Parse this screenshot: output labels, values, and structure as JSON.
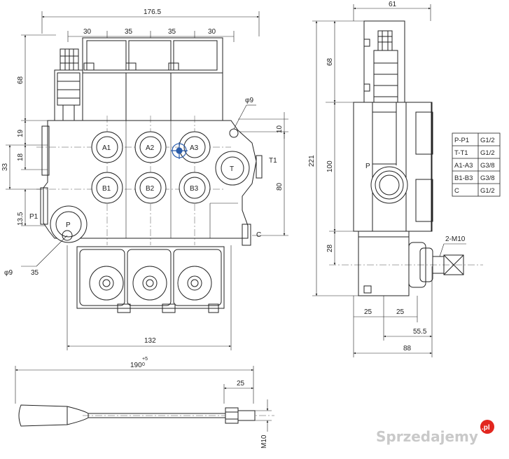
{
  "front_view": {
    "dims": {
      "overall_width": "176.5",
      "sec1": "30",
      "sec2": "35",
      "sec3": "35",
      "sec4": "30",
      "lever_height": "68",
      "d19": "19",
      "d18": "18",
      "d33": "33",
      "d135": "13.5",
      "d10": "10",
      "d80": "80",
      "hole_top": "φ9",
      "hole_bottom": "φ9",
      "d35": "35",
      "bottom_width": "132"
    },
    "ports": {
      "A1": "A1",
      "A2": "A2",
      "A3": "A3",
      "B1": "B1",
      "B2": "B2",
      "B3": "B3",
      "P": "P",
      "T": "T",
      "P1": "P1",
      "T1": "T1",
      "C": "C"
    }
  },
  "side_view": {
    "dims": {
      "top_width": "61",
      "lever_height": "68",
      "overall_height": "221",
      "d100": "100",
      "d28": "28",
      "thread": "2-M10",
      "d25a": "25",
      "d25b": "25",
      "d555": "55.5",
      "d88": "88"
    },
    "port_P": "P"
  },
  "port_table": {
    "rows": [
      {
        "port": "P-P1",
        "size": "G1/2"
      },
      {
        "port": "T-T1",
        "size": "G1/2"
      },
      {
        "port": "A1-A3",
        "size": "G3/8"
      },
      {
        "port": "B1-B3",
        "size": "G3/8"
      },
      {
        "port": "C",
        "size": "G1/2"
      }
    ]
  },
  "lever": {
    "length": "190",
    "tol_upper": "+5",
    "tol_lower": "0",
    "d25": "25",
    "thread": "M10"
  },
  "watermark": {
    "text": "Sprzedajemy",
    "suffix": ".pl",
    "color": "#e2261f"
  }
}
